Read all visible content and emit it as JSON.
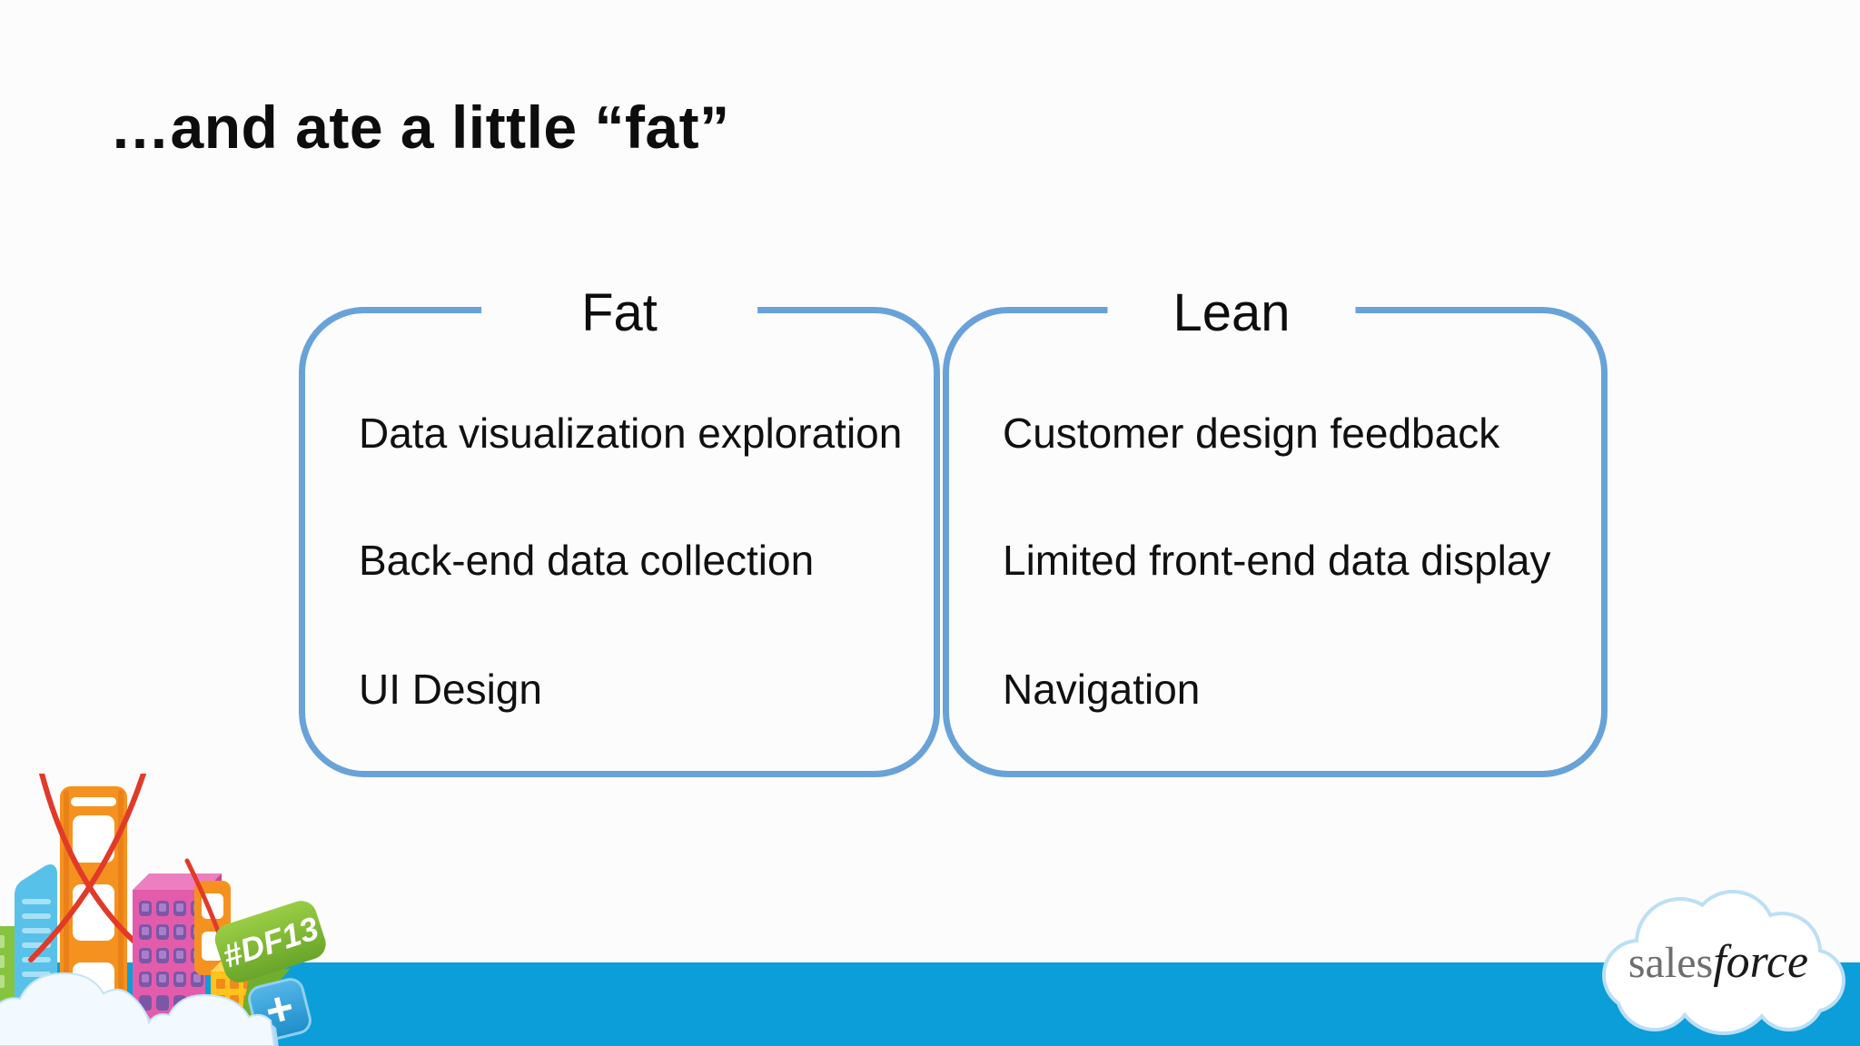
{
  "title": "…and ate a little “fat”",
  "boxes": [
    {
      "heading": "Fat",
      "items": [
        "Data visualization exploration",
        "Back-end data collection",
        "UI Design"
      ]
    },
    {
      "heading": "Lean",
      "items": [
        "Customer design feedback",
        "Limited front-end data display",
        "Navigation"
      ]
    }
  ],
  "branding": {
    "event_hashtag": "#DF13",
    "plus_tile": "+",
    "wordmark_sales": "sales",
    "wordmark_force": "force"
  },
  "colors": {
    "box_border_blue": "#68A2D8",
    "box_shadow_gray": "#C9C9C9",
    "bottom_bar_blue": "#0B9ED9",
    "badge_green": "#7DBE3C",
    "plus_tile_blue": "#2E9FD9",
    "bridge_orange": "#F5921F",
    "cable_red": "#E23A28",
    "building_pink": "#E35CAC",
    "building_blue": "#58C1E9",
    "building_yellow": "#FFC41A"
  }
}
